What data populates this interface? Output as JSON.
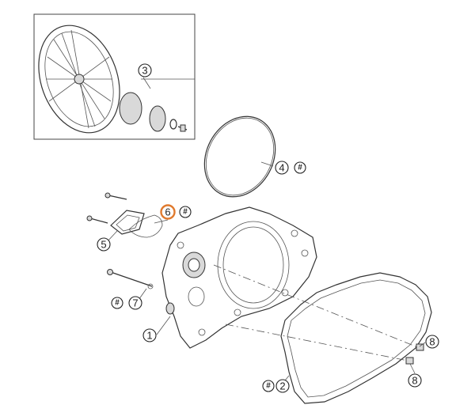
{
  "diagram": {
    "highlight_color": "#e07a2e",
    "marker_symbol": "#",
    "callouts": [
      {
        "id": "c1",
        "label": "1",
        "highlighted": false
      },
      {
        "id": "c2",
        "label": "2",
        "highlighted": false
      },
      {
        "id": "c3",
        "label": "3",
        "highlighted": false
      },
      {
        "id": "c4",
        "label": "4",
        "highlighted": false
      },
      {
        "id": "c5",
        "label": "5",
        "highlighted": false
      },
      {
        "id": "c6",
        "label": "6",
        "highlighted": true
      },
      {
        "id": "c7",
        "label": "7",
        "highlighted": false
      },
      {
        "id": "c8a",
        "label": "8",
        "highlighted": false
      },
      {
        "id": "c8b",
        "label": "8",
        "highlighted": false
      }
    ]
  }
}
